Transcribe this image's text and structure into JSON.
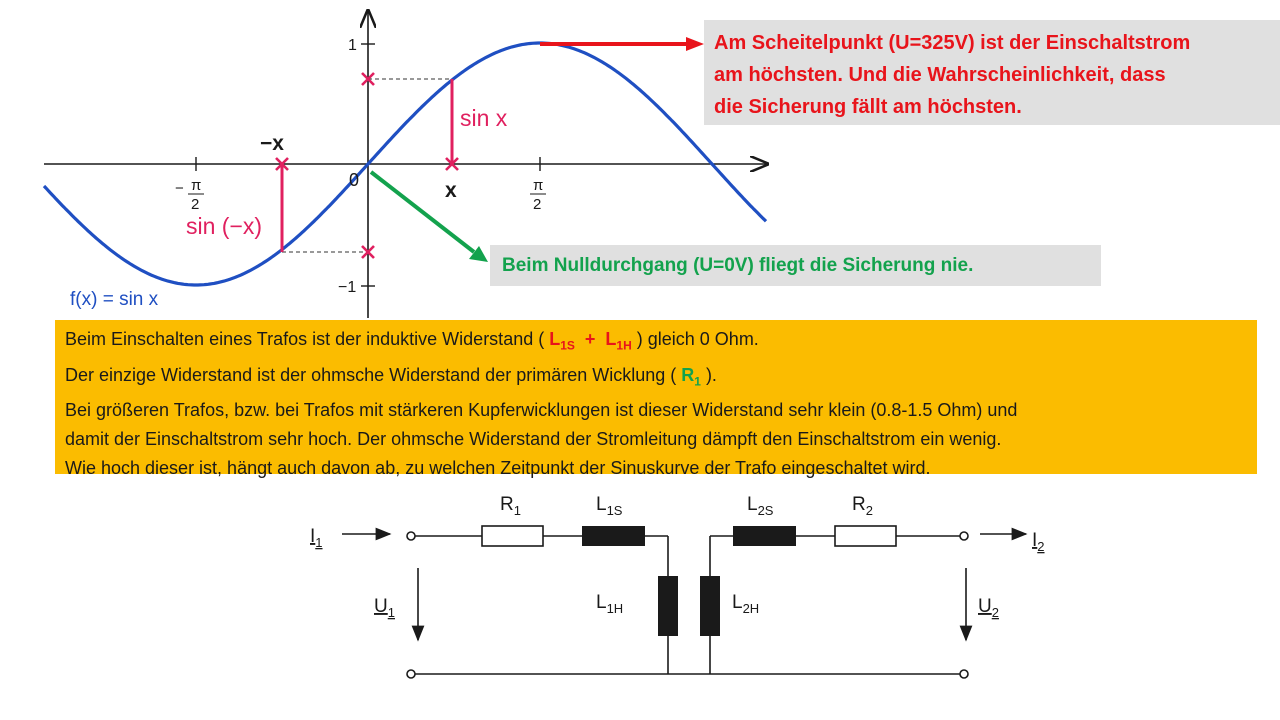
{
  "plot": {
    "x_neg_label": "−x",
    "x_pos_label": "x",
    "origin_label": "0",
    "tick_neg_pi": "π",
    "tick_neg_pi_sign": "−",
    "tick_neg_pi_den": "2",
    "tick_pos_pi": "π",
    "tick_pos_pi_den": "2",
    "y_tick_top": "1",
    "y_tick_bottom": "−1",
    "sin_x_label": "sin x",
    "sin_neg_x_label": "sin (−x)",
    "function_label": "f(x) = sin x",
    "colors": {
      "curve": "#1f4fc2",
      "marker": "#e0205f",
      "axis": "#1a1a1a"
    }
  },
  "callout_peak": {
    "lines": [
      "Am Scheitelpunkt (U=325V) ist der Einschaltstrom",
      "am höchsten.  Und die Wahrscheinlichkeit, dass",
      "die Sicherung  fällt am höchsten."
    ],
    "color": "#e8141b"
  },
  "callout_zero": {
    "text": "Beim Nulldurchgang (U=0V)  fliegt die Sicherung nie.",
    "color": "#13a24d"
  },
  "info": {
    "line1_pre": "Beim Einschalten eines Trafos ist der induktive Widerstand ( ",
    "line1_L1": "L",
    "line1_L1_sub": "1S",
    "line1_plus": "  +  ",
    "line1_L2": "L",
    "line1_L2_sub": "1H",
    "line1_post": " ) gleich 0 Ohm.",
    "line2_pre": "Der einzige Widerstand ist der ohmsche Widerstand der primären Wicklung ( ",
    "line2_R": "R",
    "line2_R_sub": "1",
    "line2_post": " ).",
    "line3": "Bei größeren Trafos, bzw. bei Trafos mit stärkeren Kupferwicklungen ist dieser Widerstand sehr klein (0.8-1.5 Ohm) und",
    "line4": "damit der Einschaltstrom sehr hoch.  Der ohmsche Widerstand der Stromleitung dämpft den Einschaltstrom ein wenig.",
    "line5": "Wie hoch dieser ist, hängt auch davon ab, zu welchen Zeitpunkt der Sinuskurve der Trafo eingeschaltet wird.",
    "background": "#fbbc00"
  },
  "circuit": {
    "I1": "I",
    "I1_sub": "1",
    "I2": "I",
    "I2_sub": "2",
    "U1": "U",
    "U1_sub": "1",
    "U2": "U",
    "U2_sub": "2",
    "R1": "R",
    "R1_sub": "1",
    "R2": "R",
    "R2_sub": "2",
    "L1S": "L",
    "L1S_sub": "1S",
    "L2S": "L",
    "L2S_sub": "2S",
    "L1H": "L",
    "L1H_sub": "1H",
    "L2H": "L",
    "L2H_sub": "2H"
  }
}
